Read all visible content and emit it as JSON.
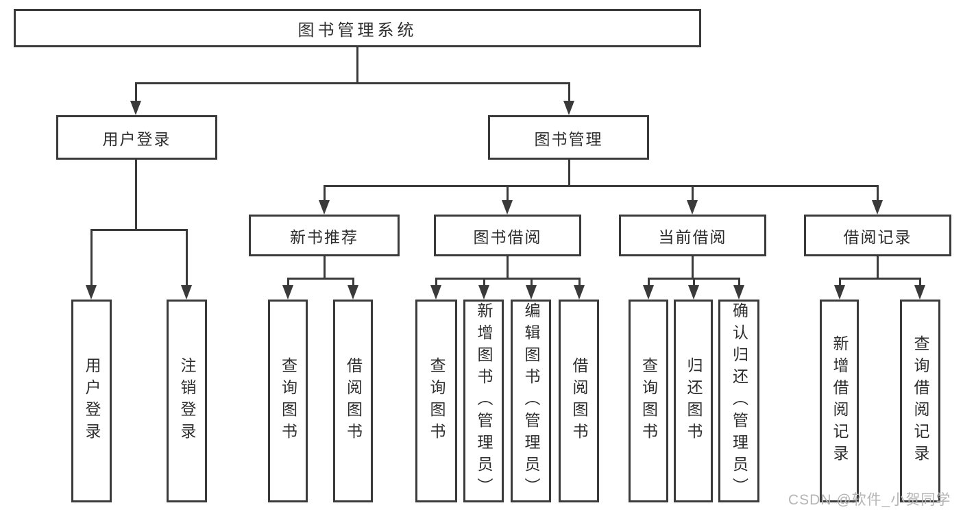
{
  "diagram": {
    "title": "图书管理系统",
    "type": "functional-structure-tree"
  },
  "watermark": {
    "text": "CSDN @软件_小贺同学",
    "color": "#b5b5b5"
  },
  "colors": {
    "line": "#3a3a3a",
    "box_border": "#3a3a3a",
    "box_background": "#ffffff",
    "text": "#2e2e2e",
    "page_background": "#ffffff"
  },
  "nodes": [
    {
      "id": "root",
      "label": "图书管理系统",
      "level": 1,
      "parent": null
    },
    {
      "id": "user-login",
      "label": "用户登录",
      "level": 2,
      "parent": "root"
    },
    {
      "id": "book-mgmt",
      "label": "图书管理",
      "level": 2,
      "parent": "root"
    },
    {
      "id": "new-book-rec",
      "label": "新书推荐",
      "level": 3,
      "parent": "book-mgmt"
    },
    {
      "id": "book-borrow",
      "label": "图书借阅",
      "level": 3,
      "parent": "book-mgmt"
    },
    {
      "id": "current-borrow",
      "label": "当前借阅",
      "level": 3,
      "parent": "book-mgmt"
    },
    {
      "id": "borrow-record",
      "label": "借阅记录",
      "level": 3,
      "parent": "book-mgmt"
    },
    {
      "id": "leaf-user-login",
      "label": "用户登录",
      "level": 4,
      "parent": "user-login"
    },
    {
      "id": "leaf-logout",
      "label": "注销登录",
      "level": 4,
      "parent": "user-login"
    },
    {
      "id": "leaf-nbr-query-book",
      "label": "查询图书",
      "level": 4,
      "parent": "new-book-rec"
    },
    {
      "id": "leaf-nbr-borrow-book",
      "label": "借阅图书",
      "level": 4,
      "parent": "new-book-rec"
    },
    {
      "id": "leaf-bb-query-book",
      "label": "查询图书",
      "level": 4,
      "parent": "book-borrow"
    },
    {
      "id": "leaf-bb-add-book",
      "label": "新增图书（管理员）",
      "level": 4,
      "parent": "book-borrow"
    },
    {
      "id": "leaf-bb-edit-book",
      "label": "编辑图书（管理员）",
      "level": 4,
      "parent": "book-borrow"
    },
    {
      "id": "leaf-bb-borrow-book",
      "label": "借阅图书",
      "level": 4,
      "parent": "book-borrow"
    },
    {
      "id": "leaf-cb-query-book",
      "label": "查询图书",
      "level": 4,
      "parent": "current-borrow"
    },
    {
      "id": "leaf-cb-return-book",
      "label": "归还图书",
      "level": 4,
      "parent": "current-borrow"
    },
    {
      "id": "leaf-cb-confirm-return",
      "label": "确认归还（管理员）",
      "level": 4,
      "parent": "current-borrow"
    },
    {
      "id": "leaf-br-add-record",
      "label": "新增借阅记录",
      "level": 4,
      "parent": "borrow-record"
    },
    {
      "id": "leaf-br-query-record",
      "label": "查询借阅记录",
      "level": 4,
      "parent": "borrow-record"
    }
  ]
}
